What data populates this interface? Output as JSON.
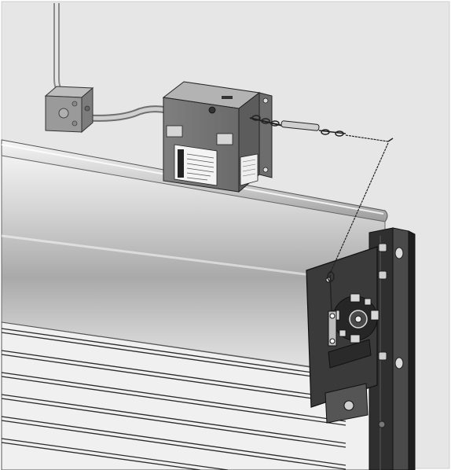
{
  "figure": {
    "kind": "technical-illustration",
    "components": [
      {
        "id": "electrical-junction-box",
        "label": ""
      },
      {
        "id": "conduit",
        "label": ""
      },
      {
        "id": "fire-door-release-device",
        "label": ""
      },
      {
        "id": "warning-label",
        "label": ""
      },
      {
        "id": "cable-and-turnbuckle",
        "label": ""
      },
      {
        "id": "header-cover",
        "label": ""
      },
      {
        "id": "coil-drum",
        "label": ""
      },
      {
        "id": "end-bracket-plate",
        "label": ""
      },
      {
        "id": "governor-sprocket",
        "label": ""
      },
      {
        "id": "guide-rail",
        "label": ""
      },
      {
        "id": "curtain-slats",
        "label": ""
      }
    ],
    "colors": {
      "background": "#e6e6e6",
      "metal_dark": "#3a3a3a",
      "metal_mid": "#8a8a8a",
      "galvanized": "#9a9a9a",
      "line": "#1a1a1a"
    }
  }
}
